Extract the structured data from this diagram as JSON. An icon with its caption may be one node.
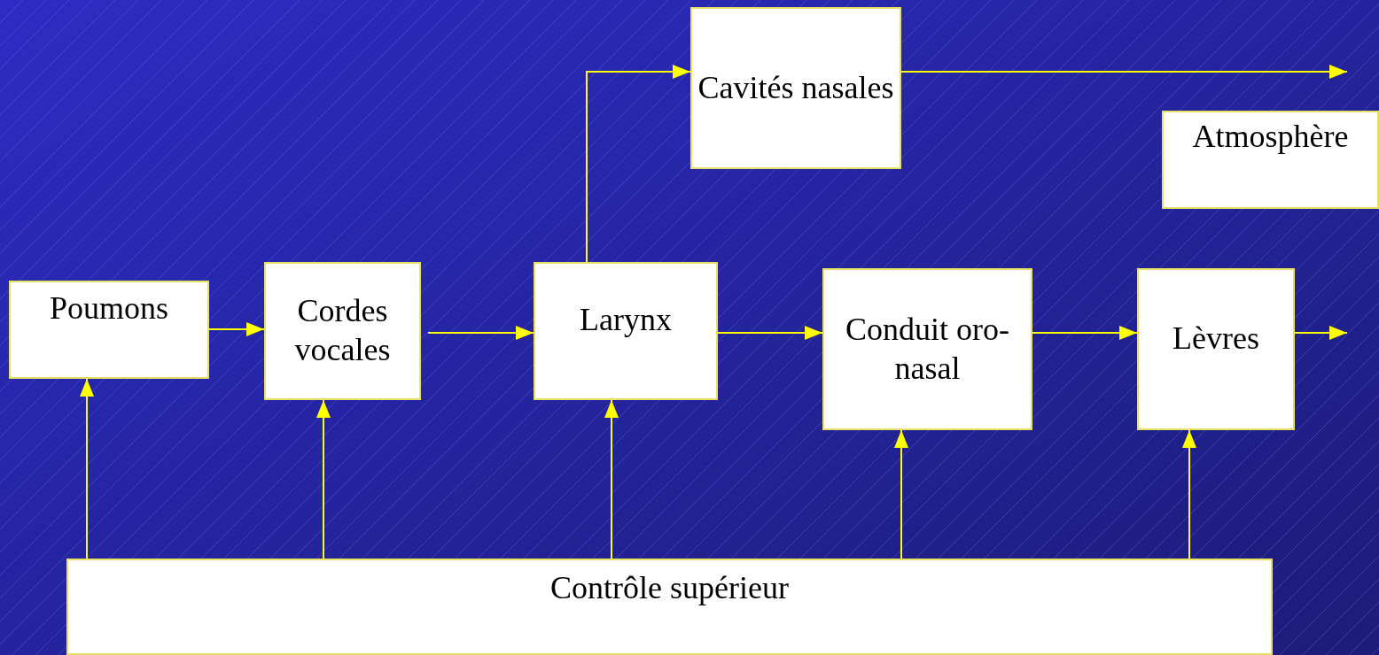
{
  "diagram": {
    "nodes": [
      {
        "text": [
          "Poumons"
        ]
      },
      {
        "text": [
          "Cordes vocales"
        ]
      },
      {
        "text": [
          "Larynx"
        ]
      },
      {
        "text": [
          "Cavités nasales"
        ]
      },
      {
        "text": [
          "Conduit oro-nasal"
        ]
      },
      {
        "text": [
          "Lèvres"
        ]
      },
      {
        "text": [
          "Atmosphère"
        ]
      },
      {
        "text": [
          "Contrôle supérieur"
        ]
      }
    ],
    "edges": [
      {
        "from": 0,
        "to": 1,
        "arrow": "to"
      },
      {
        "from": 1,
        "to": 2,
        "arrow": "to"
      },
      {
        "from": 2,
        "to": 3,
        "arrow": "to"
      },
      {
        "from": 2,
        "to": 4,
        "arrow": "to"
      },
      {
        "from": 4,
        "to": 5,
        "arrow": "to"
      },
      {
        "from": 5,
        "to": null,
        "arrow": "to"
      },
      {
        "from": 3,
        "to": null,
        "arrow": "to"
      },
      {
        "from": 7,
        "to": 0,
        "arrow": "to"
      },
      {
        "from": 7,
        "to": 1,
        "arrow": "to"
      },
      {
        "from": 7,
        "to": 2,
        "arrow": "to"
      },
      {
        "from": 7,
        "to": 4,
        "arrow": "to"
      },
      {
        "from": 7,
        "to": 5,
        "arrow": "to"
      }
    ]
  }
}
